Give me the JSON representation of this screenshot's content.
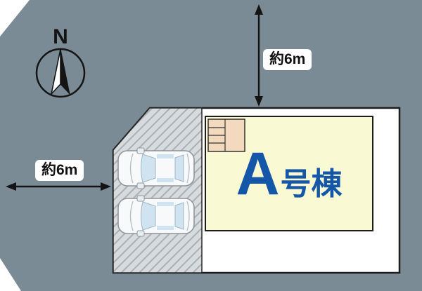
{
  "colors": {
    "road": "#7b8b96",
    "lot": "#ffffff",
    "building_fill": "#f9fad3",
    "porch_fill": "#f3d9bd",
    "hatch_base": "#d8dbde",
    "hatch_stripe": "#a9b0b6",
    "building_label_blue": "#1456a8",
    "line_black": "#141414"
  },
  "compass": {
    "label": "N"
  },
  "dimensions": {
    "top": "約6m",
    "left": "約6m"
  },
  "building": {
    "main": "A",
    "suffix": "号棟"
  }
}
